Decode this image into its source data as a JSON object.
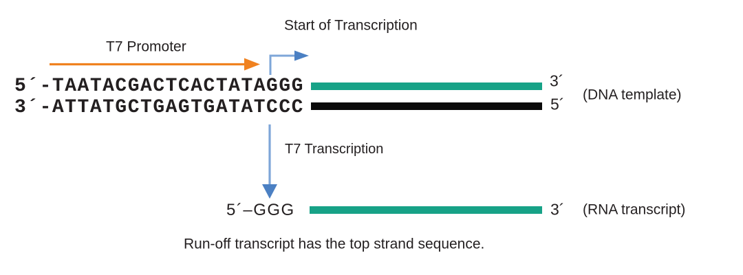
{
  "colors": {
    "teal": "#17A287",
    "black_bar": "#0B0B0B",
    "orange": "#F08220",
    "blue_shaft": "#7EA6D8",
    "blue_head": "#4B80C3",
    "text": "#231F20"
  },
  "labels": {
    "start_of_transcription": "Start of Transcription",
    "t7_promoter": "T7 Promoter",
    "t7_transcription": "T7 Transcription",
    "dna_template": "(DNA template)",
    "rna_transcript": "(RNA transcript)",
    "caption": "Run-off transcript has the top strand sequence."
  },
  "dna": {
    "top_strand": {
      "text": "5´-TAATACGACTCACTATAGGG",
      "end_label": "3´"
    },
    "bottom_strand": {
      "text": "3´-ATTATGCTGAGTGATATCCC",
      "end_label": "5´"
    }
  },
  "rna": {
    "start_label": "5´–GGG",
    "end_label": "3´"
  }
}
